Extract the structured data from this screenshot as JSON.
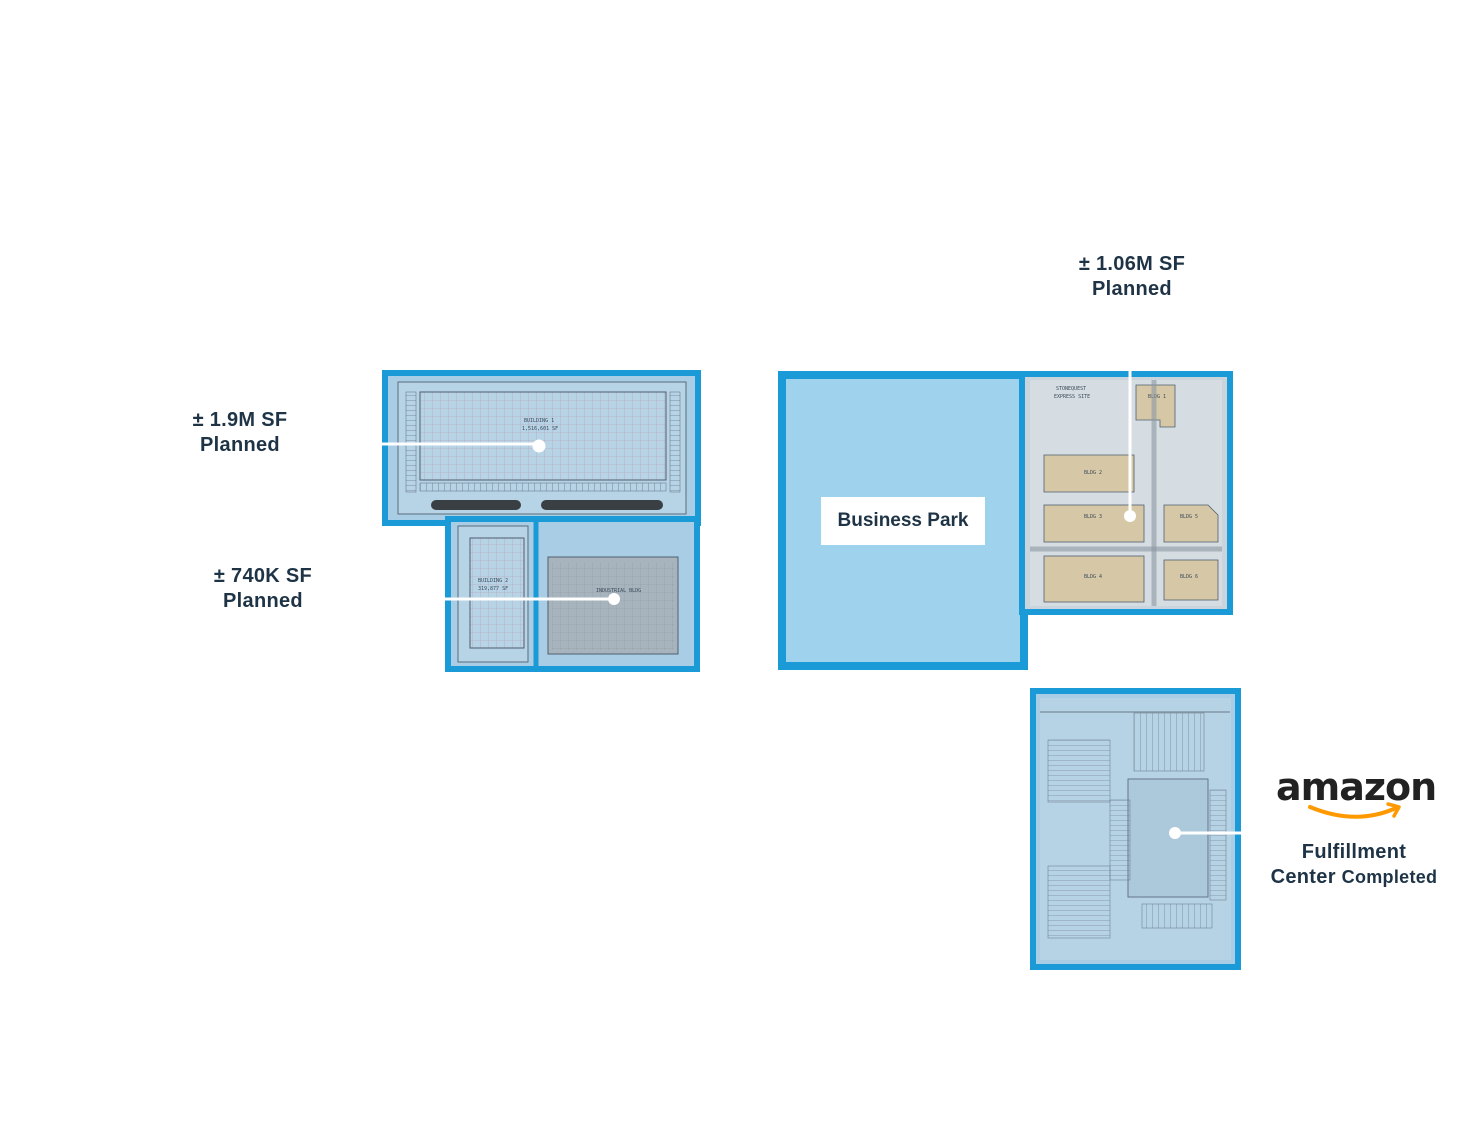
{
  "sites": [
    {
      "id": "site-1",
      "headline": "± 1.9M SF",
      "status": "Planned"
    },
    {
      "id": "site-2",
      "headline": "± 740K SF",
      "status": "Planned"
    },
    {
      "id": "site-3",
      "headline": "± 1.06M SF",
      "status": "Planned"
    }
  ],
  "business_park": {
    "label": "Business Park"
  },
  "amazon": {
    "logo_text": "amazon",
    "line1": "Fulfillment",
    "line2_a": "Center",
    "line2_b": "Completed"
  },
  "plan_text": {
    "building1": "BUILDING 1",
    "building1_sf": "1,516,601 SF",
    "building2": "BUILDING 2",
    "building2_sf": "319,877 SF",
    "industrial": "INDUSTRIAL BLDG",
    "stonequest": "STONEQUEST",
    "express_site": "EXPRESS SITE",
    "bldg1": "BLDG 1",
    "bldg2": "BLDG 2",
    "bldg3": "BLDG 3",
    "bldg4": "BLDG 4",
    "bldg5": "BLDG 5",
    "bldg6": "BLDG 6"
  },
  "colors": {
    "outline_blue": "#1a9ad6",
    "fill_blue": "#9fd2ec",
    "plan_gray": "#9aa6b2",
    "label_navy": "#1e3446",
    "amazon_orange": "#ff9900"
  }
}
